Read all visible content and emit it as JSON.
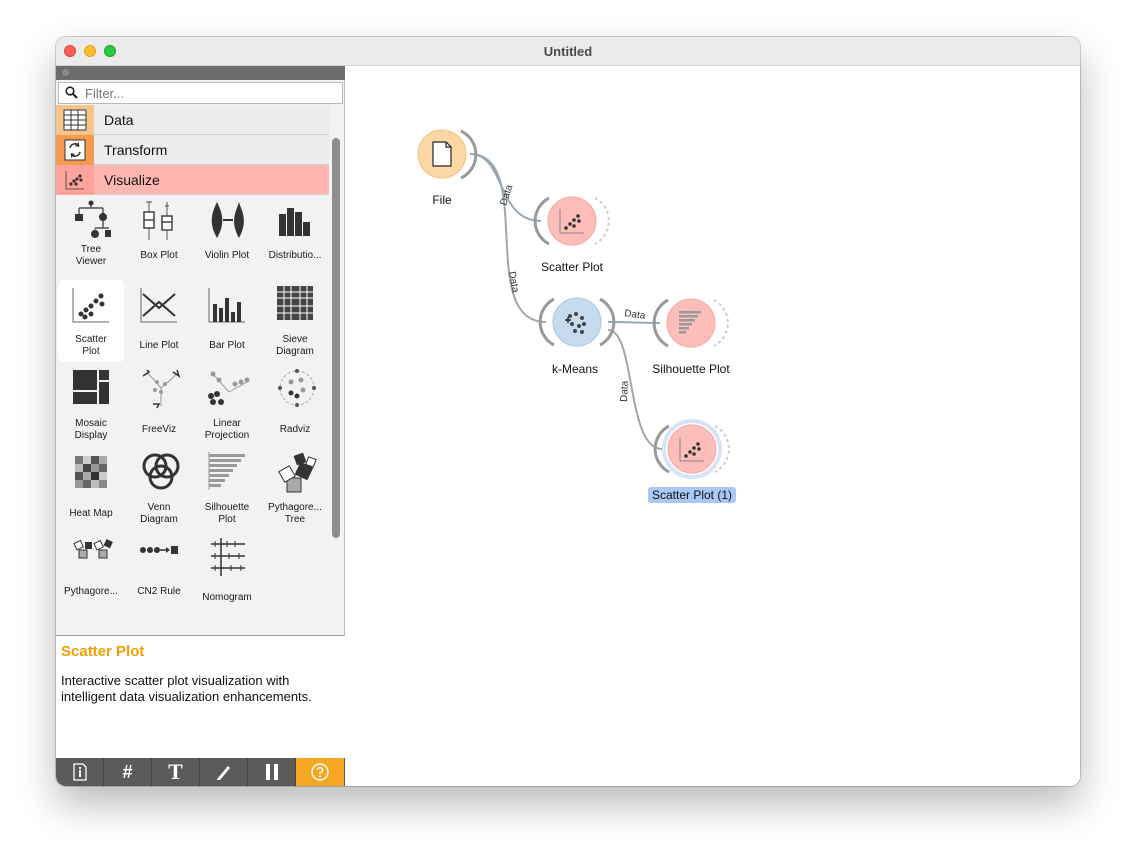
{
  "window": {
    "title": "Untitled"
  },
  "filter": {
    "placeholder": "Filter..."
  },
  "categories": [
    {
      "label": "Data"
    },
    {
      "label": "Transform"
    },
    {
      "label": "Visualize"
    }
  ],
  "widgets": [
    {
      "label": "Tree\nViewer",
      "icon": "tree-viewer-icon"
    },
    {
      "label": "Box Plot",
      "icon": "box-plot-icon"
    },
    {
      "label": "Violin Plot",
      "icon": "violin-plot-icon"
    },
    {
      "label": "Distributio...",
      "icon": "distributions-icon"
    },
    {
      "label": "Scatter\nPlot",
      "icon": "scatter-plot-icon",
      "selected": true
    },
    {
      "label": "Line Plot",
      "icon": "line-plot-icon"
    },
    {
      "label": "Bar Plot",
      "icon": "bar-plot-icon"
    },
    {
      "label": "Sieve\nDiagram",
      "icon": "sieve-diagram-icon"
    },
    {
      "label": "Mosaic\nDisplay",
      "icon": "mosaic-display-icon"
    },
    {
      "label": "FreeViz",
      "icon": "freeviz-icon"
    },
    {
      "label": "Linear\nProjection",
      "icon": "linear-projection-icon"
    },
    {
      "label": "Radviz",
      "icon": "radviz-icon"
    },
    {
      "label": "Heat Map",
      "icon": "heat-map-icon"
    },
    {
      "label": "Venn\nDiagram",
      "icon": "venn-diagram-icon"
    },
    {
      "label": "Silhouette\nPlot",
      "icon": "silhouette-plot-icon"
    },
    {
      "label": "Pythagore...\nTree",
      "icon": "pythagorean-tree-icon"
    },
    {
      "label": "Pythagore...",
      "icon": "pythagorean-forest-icon"
    },
    {
      "label": "CN2 Rule",
      "icon": "cn2-rule-icon"
    },
    {
      "label": "Nomogram",
      "icon": "nomogram-icon"
    }
  ],
  "description": {
    "title": "Scatter Plot",
    "text": "Interactive scatter plot visualization with intelligent data visualization enhancements."
  },
  "canvas": {
    "nodes": [
      {
        "id": "file",
        "label": "File",
        "color": "#fbd7a6"
      },
      {
        "id": "scatter1",
        "label": "Scatter Plot",
        "color": "#fdbdb8"
      },
      {
        "id": "kmeans",
        "label": "k-Means",
        "color": "#c6dbee"
      },
      {
        "id": "silhouette",
        "label": "Silhouette Plot",
        "color": "#fdbdb8"
      },
      {
        "id": "scatter2",
        "label": "Scatter Plot (1)",
        "color": "#fdbdb8",
        "selected": true
      }
    ],
    "links": [
      {
        "from": "file",
        "to": "scatter1",
        "label": "Data"
      },
      {
        "from": "file",
        "to": "kmeans",
        "label": "Data"
      },
      {
        "from": "kmeans",
        "to": "silhouette",
        "label": "Data"
      },
      {
        "from": "kmeans",
        "to": "scatter2",
        "label": "Data"
      }
    ]
  },
  "toolbar": {
    "buttons": [
      {
        "icon": "info-icon"
      },
      {
        "icon": "grid-icon"
      },
      {
        "icon": "text-icon"
      },
      {
        "icon": "pen-icon"
      },
      {
        "icon": "pause-icon"
      },
      {
        "icon": "help-icon"
      }
    ]
  }
}
